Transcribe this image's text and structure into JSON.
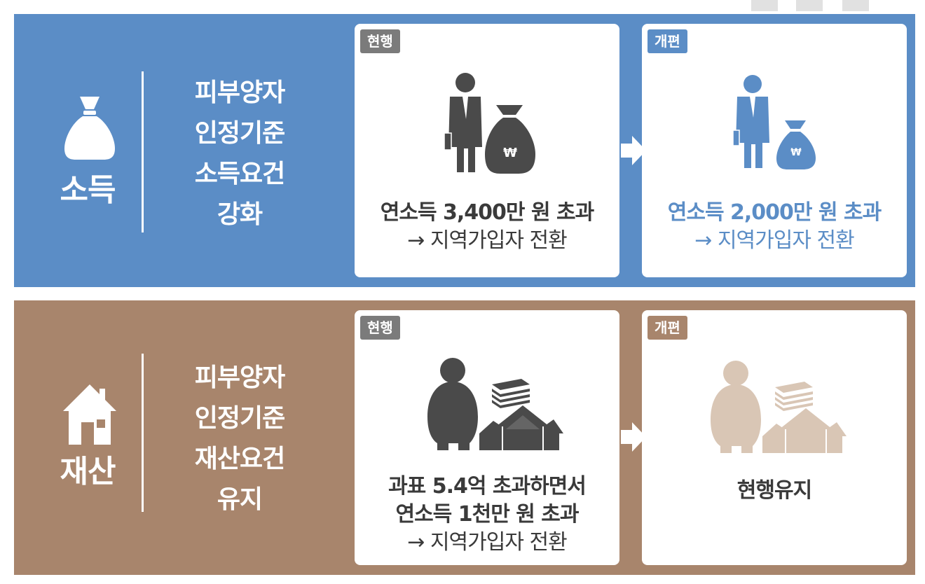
{
  "colors": {
    "income_panel": "#5b8dc6",
    "property_panel": "#a8856c",
    "current_tag": "#7b7b7b",
    "figure_dark": "#4a4a4a",
    "figure_blue": "#5b8dc6",
    "figure_light": "#d9c6b5",
    "text_dark": "#3a3a3a",
    "text_blue": "#5b8dc6"
  },
  "income": {
    "side_title": "소득",
    "side_icon": "money-bag-icon",
    "desc_lines": [
      "피부양자",
      "인정기준",
      "소득요건",
      "강화"
    ],
    "current": {
      "tag": "현행",
      "illustration": "man-with-money-bag",
      "line1": "연소득 3,400만 원 초과",
      "line2": "→ 지역가입자 전환"
    },
    "reform": {
      "tag": "개편",
      "illustration": "man-with-money-bag",
      "line1": "연소득 2,000만 원 초과",
      "line2": "→ 지역가입자 전환"
    }
  },
  "property": {
    "side_title": "재산",
    "side_icon": "house-icon",
    "desc_lines": [
      "피부양자",
      "인정기준",
      "재산요건",
      "유지"
    ],
    "current": {
      "tag": "현행",
      "illustration": "person-with-houses-and-cash",
      "line1": "과표 5.4억 초과하면서",
      "line2": "연소득 1천만 원 초과",
      "line3": "→ 지역가입자 전환"
    },
    "reform": {
      "tag": "개편",
      "illustration": "person-with-houses-and-cash",
      "line1": "현행유지"
    }
  }
}
